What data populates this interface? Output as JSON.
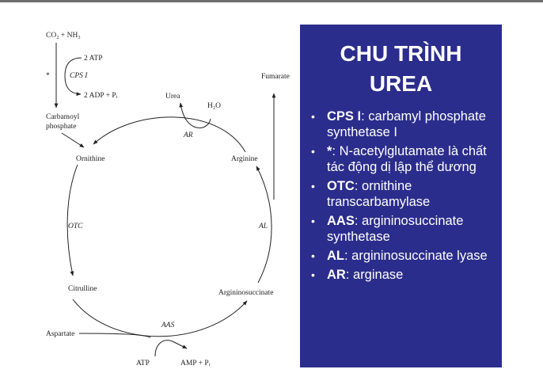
{
  "diagram": {
    "nodes": {
      "co2_nh3": "CO₂ + NH₃",
      "atp_in": "2 ATP",
      "enzyme_cps": "CPS I",
      "activator": "*",
      "adp_out": "2 ADP + Pᵢ",
      "carbamoyl_line1": "Carbamoyl",
      "carbamoyl_line2": "phosphate",
      "ornithine": "Ornithine",
      "enzyme_otc": "OTC",
      "citrulline": "Citrulline",
      "aspartate": "Aspartate",
      "enzyme_aas": "AAS",
      "atp_aas": "ATP",
      "amp_out": "AMP + Pᵢ",
      "argininosuccinate": "Argininosuccinate",
      "enzyme_al": "AL",
      "arginine": "Arginine",
      "fumarate": "Fumarate",
      "urea": "Urea",
      "water": "H₂O",
      "enzyme_ar": "AR"
    }
  },
  "panel": {
    "title_line1": "CHU TRÌNH",
    "title_line2": "UREA",
    "items": [
      {
        "term": "CPS I",
        "desc": ": carbamyl phosphate synthetase I"
      },
      {
        "term": "*",
        "desc": ": N-acetylglutamate là chất tác động dị lập thể dương"
      },
      {
        "term": "OTC",
        "desc": ": ornithine transcarbamylase"
      },
      {
        "term": "AAS",
        "desc": ": argininosuccinate synthetase"
      },
      {
        "term": "AL",
        "desc": ": argininosuccinate lyase"
      },
      {
        "term": "AR",
        "desc": ": arginase"
      }
    ]
  },
  "colors": {
    "panel_bg": "#2b2d8c",
    "panel_text": "#ffffff",
    "diagram_ink": "#222222"
  }
}
